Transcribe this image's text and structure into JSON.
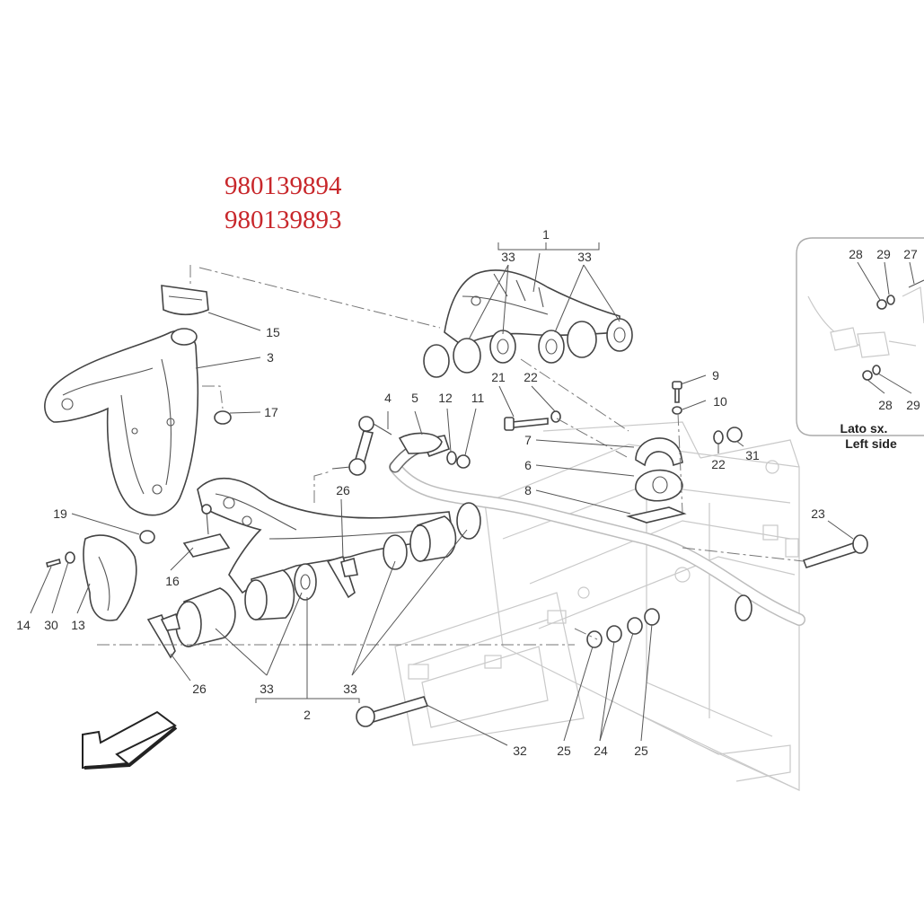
{
  "part_numbers": [
    "980139894",
    "980139893"
  ],
  "inset": {
    "side_line1": "Lato sx.",
    "side_line2": "Left side"
  },
  "callouts": {
    "c1": "1",
    "c2": "2",
    "c3": "3",
    "c4": "4",
    "c5": "5",
    "c6": "6",
    "c7": "7",
    "c8": "8",
    "c9": "9",
    "c10": "10",
    "c11": "11",
    "c12": "12",
    "c13": "13",
    "c14": "14",
    "c15": "15",
    "c16": "16",
    "c17": "17",
    "c19": "19",
    "c21": "21",
    "c22": "22",
    "c23": "23",
    "c24": "24",
    "c25": "25",
    "c26": "26",
    "c27": "27",
    "c28": "28",
    "c29": "29",
    "c30": "30",
    "c31": "31",
    "c32": "32",
    "c33": "33"
  }
}
